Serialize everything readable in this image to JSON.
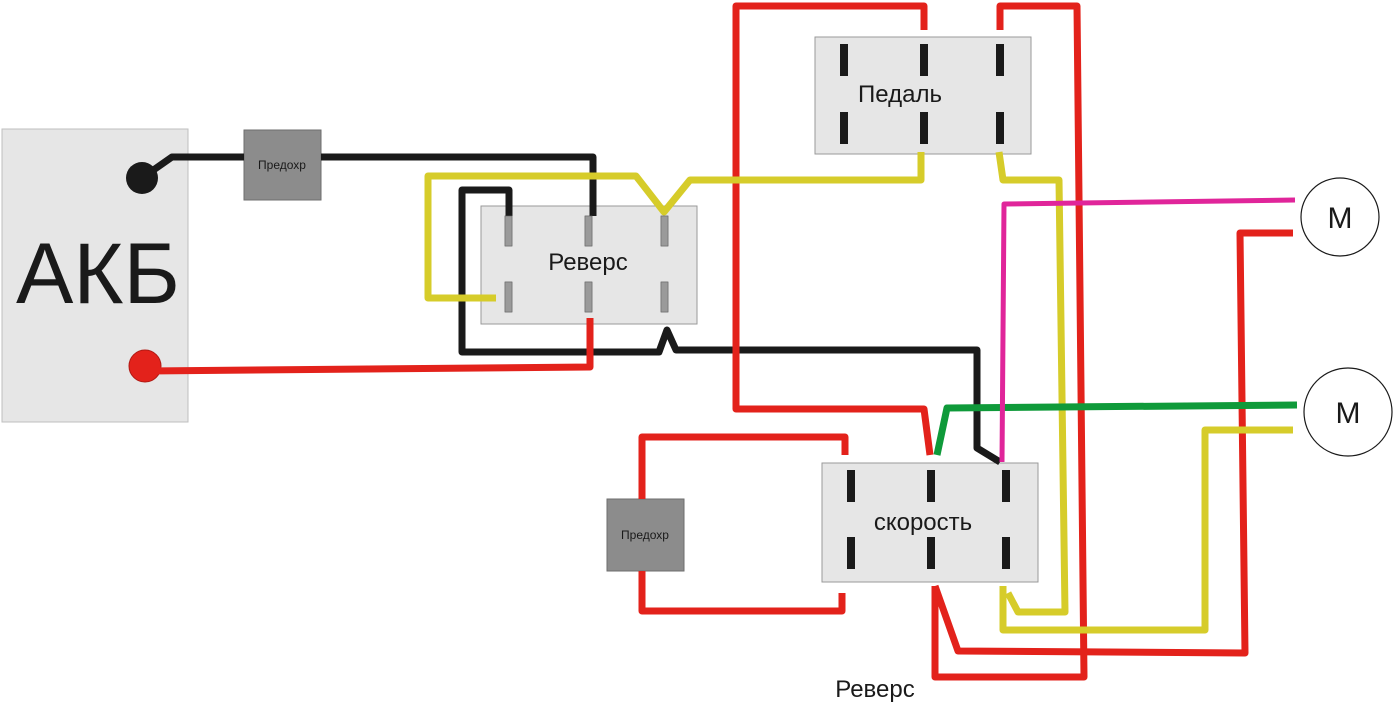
{
  "battery": {
    "label": "АКБ"
  },
  "fuses": [
    {
      "label": "Предохр"
    },
    {
      "label": "Предохр"
    }
  ],
  "switches": {
    "pedal": {
      "label": "Педаль"
    },
    "reverse": {
      "label": "Реверс"
    },
    "speed": {
      "label": "скорость"
    }
  },
  "motors": [
    {
      "label": "M"
    },
    {
      "label": "M"
    }
  ],
  "footer_label": "Реверс",
  "wire_colors": {
    "black": "#1a1a1a",
    "red": "#e3221b",
    "yellow": "#d6cc2a",
    "green": "#0f9a3a",
    "magenta": "#e0259a"
  },
  "box_colors": {
    "switch_fill": "#e6e6e6",
    "fuse_fill": "#8c8c8c",
    "battery_fill": "#e6e6e6",
    "pin": "#1a1a1a",
    "pin_reverse": "#9a9a9a"
  }
}
